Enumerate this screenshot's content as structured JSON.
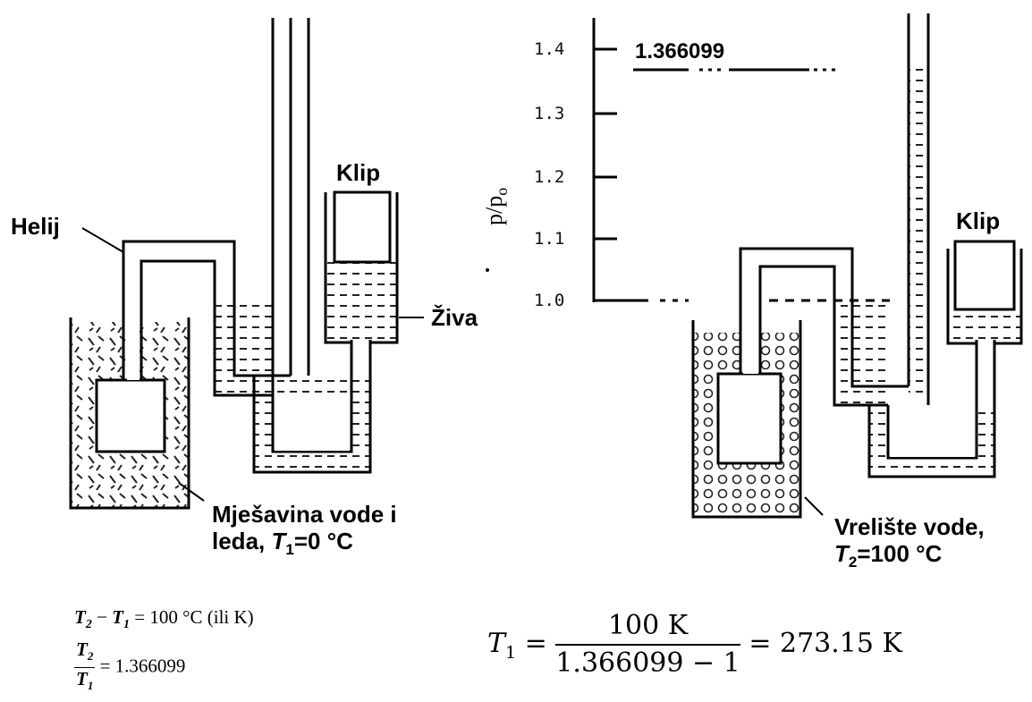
{
  "left_apparatus": {
    "label_helium": "Helij",
    "label_piston": "Klip",
    "label_mercury": "Živa",
    "label_bath_line1": "Mješavina vode i",
    "label_bath_line2_prefix": "leda, ",
    "label_bath_T": "T",
    "label_bath_T_sub": "1",
    "label_bath_value": "=0 °C"
  },
  "right_apparatus": {
    "label_piston": "Klip",
    "label_bath_line1": "Vrelište vode,",
    "label_bath_T": "T",
    "label_bath_T_sub": "2",
    "label_bath_value": "=100 °C"
  },
  "scale": {
    "axis_label": "p/p",
    "axis_label_sub": "o",
    "ticks": [
      "1.4",
      "1.3",
      "1.2",
      "1.1",
      "1.0"
    ],
    "ratio_readout": "1.366099"
  },
  "equations": {
    "eq1_lhs_a": "T",
    "eq1_lhs_a_sub": "2",
    "eq1_minus": " − ",
    "eq1_lhs_b": "T",
    "eq1_lhs_b_sub": "1",
    "eq1_rhs": " = 100 °C (ili K)",
    "eq2_num": "T",
    "eq2_num_sub": "2",
    "eq2_den": "T",
    "eq2_den_sub": "1",
    "eq2_rhs": " = 1.366099",
    "eq3_lhs": "T",
    "eq3_lhs_sub": "1",
    "eq3_eq": " = ",
    "eq3_num": "100 K",
    "eq3_den": "1.366099 − 1",
    "eq3_rhs": " = 273.15 K"
  }
}
